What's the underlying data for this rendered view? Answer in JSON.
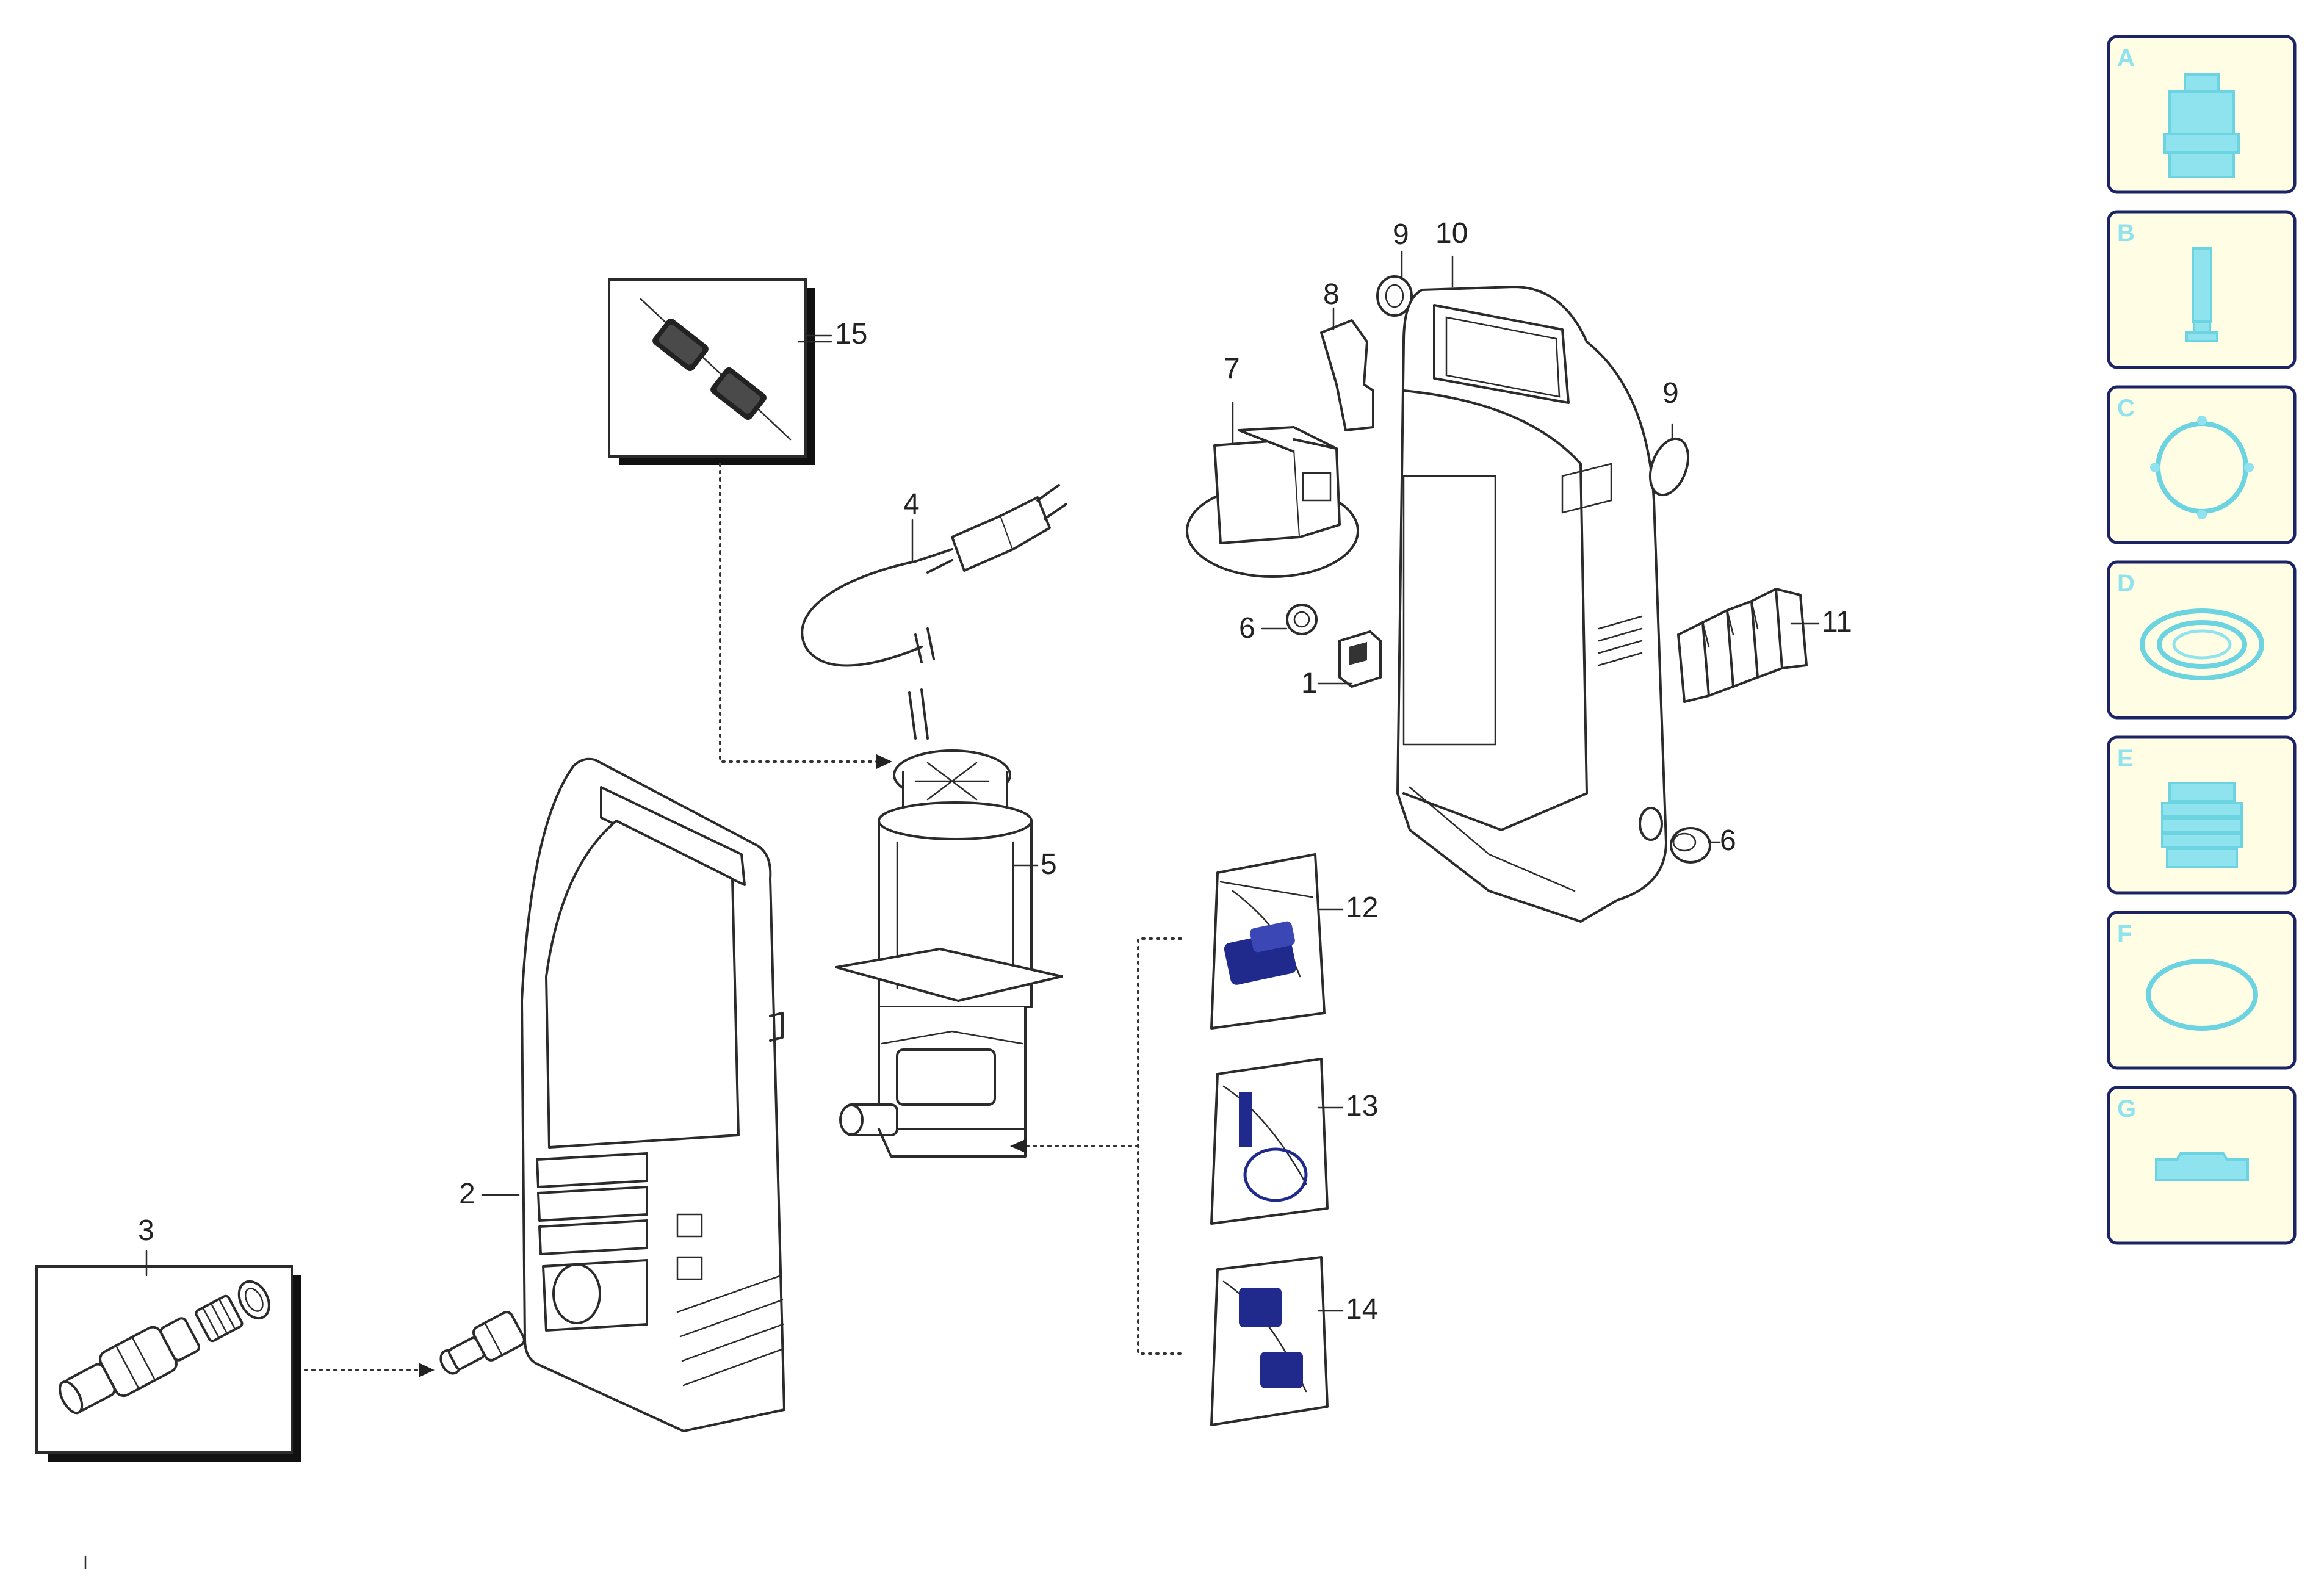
{
  "callouts": {
    "c1": "1",
    "c2": "2",
    "c3": "3",
    "c4": "4",
    "c5": "5",
    "c6a": "6",
    "c6b": "6",
    "c7": "7",
    "c8": "8",
    "c9a": "9",
    "c9b": "9",
    "c10": "10",
    "c11": "11",
    "c12": "12",
    "c13": "13",
    "c14": "14",
    "c15": "15"
  },
  "kit_cards": [
    {
      "letter": "A",
      "icon": "pump-head-icon"
    },
    {
      "letter": "B",
      "icon": "piston-icon"
    },
    {
      "letter": "C",
      "icon": "gasket-ring-icon"
    },
    {
      "letter": "D",
      "icon": "seal-ring-icon"
    },
    {
      "letter": "E",
      "icon": "valve-stack-icon"
    },
    {
      "letter": "F",
      "icon": "o-ring-icon"
    },
    {
      "letter": "G",
      "icon": "bracket-icon"
    }
  ],
  "colors": {
    "card_background": "#fffde3",
    "card_border": "#1d2466",
    "card_icon": "#8fe3ee",
    "kit_ink": "#1f2a8c",
    "line_art": "#2b2b2b"
  }
}
